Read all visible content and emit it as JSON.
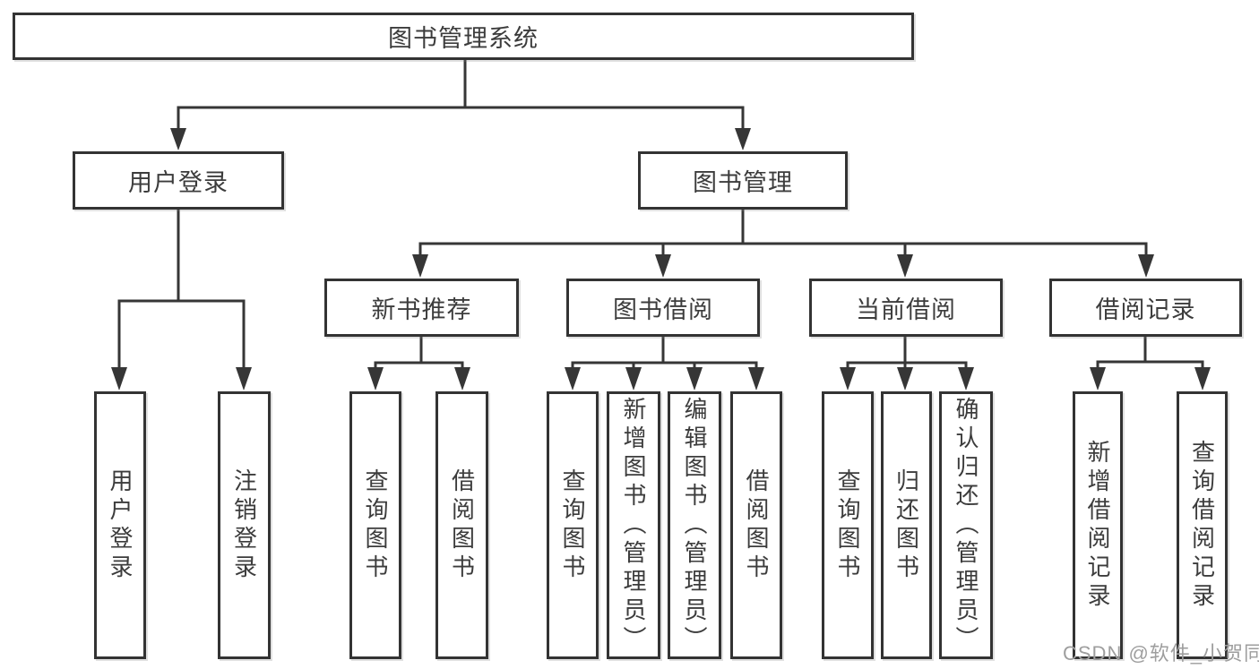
{
  "tree": {
    "label": "图书管理系统",
    "children": [
      {
        "label": "用户登录",
        "children": [
          {
            "label": "用户登录"
          },
          {
            "label": "注销登录"
          }
        ]
      },
      {
        "label": "图书管理",
        "children": [
          {
            "label": "新书推荐",
            "children": [
              {
                "label": "查询图书"
              },
              {
                "label": "借阅图书"
              }
            ]
          },
          {
            "label": "图书借阅",
            "children": [
              {
                "label": "查询图书"
              },
              {
                "label": "新增图书（管理员）"
              },
              {
                "label": "编辑图书（管理员）"
              },
              {
                "label": "借阅图书"
              }
            ]
          },
          {
            "label": "当前借阅",
            "children": [
              {
                "label": "查询图书"
              },
              {
                "label": "归还图书"
              },
              {
                "label": "确认归还（管理员）"
              }
            ]
          },
          {
            "label": "借阅记录",
            "children": [
              {
                "label": "新增借阅记录"
              },
              {
                "label": "查询借阅记录"
              }
            ]
          }
        ]
      }
    ]
  },
  "watermark": "CSDN @软件_小贺同学",
  "colors": {
    "line": "#363636",
    "border": "#333333",
    "text": "#3c3c3c",
    "watermark": "#9e9e9e",
    "background": "#ffffff"
  }
}
